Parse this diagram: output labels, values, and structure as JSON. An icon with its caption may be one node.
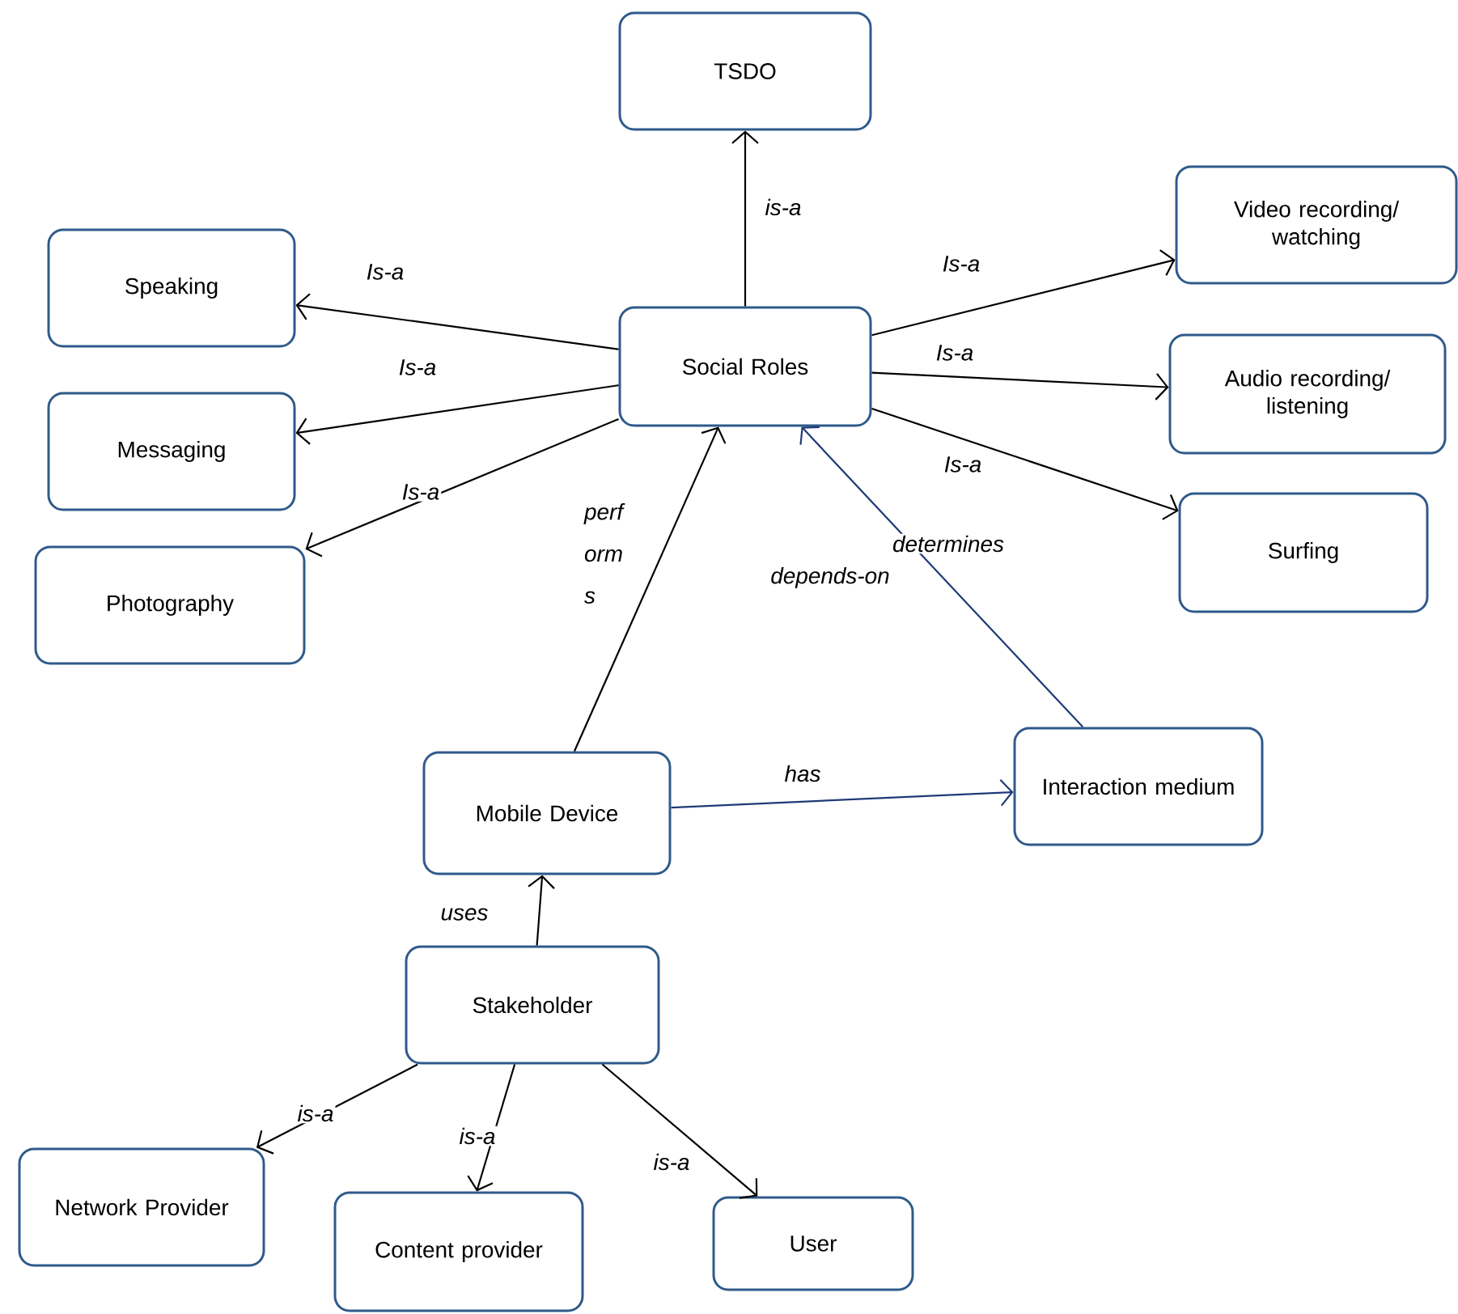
{
  "diagram": {
    "nodes": [
      {
        "text": [
          "TSDO"
        ]
      },
      {
        "text": [
          "Social Roles"
        ]
      },
      {
        "text": [
          "Speaking"
        ]
      },
      {
        "text": [
          "Messaging"
        ]
      },
      {
        "text": [
          "Photography"
        ]
      },
      {
        "text": [
          "Video recording/ watching"
        ]
      },
      {
        "text": [
          "Audio recording/ listening"
        ]
      },
      {
        "text": [
          "Surfing"
        ]
      },
      {
        "text": [
          "Mobile Device"
        ]
      },
      {
        "text": [
          "Interaction medium"
        ]
      },
      {
        "text": [
          "Stakeholder"
        ]
      },
      {
        "text": [
          "Network Provider"
        ]
      },
      {
        "text": [
          "Content provider"
        ]
      },
      {
        "text": [
          "User"
        ]
      }
    ],
    "edges": [
      {
        "from": 1,
        "to": 0,
        "arrow": "to",
        "label": "is-a"
      },
      {
        "from": 1,
        "to": 2,
        "arrow": "to",
        "label": "Is-a"
      },
      {
        "from": 1,
        "to": 3,
        "arrow": "to",
        "label": "Is-a"
      },
      {
        "from": 1,
        "to": 4,
        "arrow": "to",
        "label": "Is-a"
      },
      {
        "from": 1,
        "to": 5,
        "arrow": "to",
        "label": "Is-a"
      },
      {
        "from": 1,
        "to": 6,
        "arrow": "to",
        "label": "Is-a"
      },
      {
        "from": 1,
        "to": 7,
        "arrow": "to",
        "label": "Is-a"
      },
      {
        "from": 8,
        "to": 1,
        "arrow": "to",
        "label": "perf orm s"
      },
      {
        "from": 9,
        "to": 1,
        "arrow": "to",
        "label": "determines",
        "color": "#1f3a78"
      },
      {
        "from": 8,
        "to": 9,
        "arrow": "to",
        "label": "has",
        "color": "#1f3a78"
      },
      {
        "from": 10,
        "to": 8,
        "arrow": "to",
        "label": "uses"
      },
      {
        "from": 10,
        "to": 11,
        "arrow": "to",
        "label": "is-a"
      },
      {
        "from": 10,
        "to": 12,
        "arrow": "to",
        "label": "is-a"
      },
      {
        "from": 10,
        "to": 13,
        "arrow": "to",
        "label": "is-a"
      }
    ],
    "labels": [
      "depends-on"
    ]
  }
}
